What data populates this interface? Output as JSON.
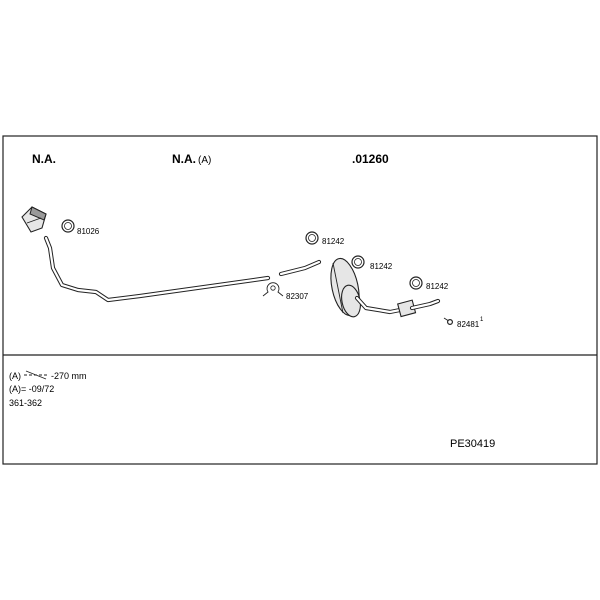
{
  "header": {
    "col1": "N.A.",
    "col2": "N.A.",
    "col2_suffix": "(A)",
    "col3": ".01260"
  },
  "parts": {
    "p1": "81026",
    "p2": "81242",
    "p3": "81242",
    "p4": "82307",
    "p5": "81242",
    "p6": "82481",
    "p6_sup": "1"
  },
  "notes": {
    "line1_prefix": "(A)",
    "line1_value": "-270 mm",
    "line2": "(A)= -09/72",
    "line3": "361-362"
  },
  "code": "PE30419"
}
